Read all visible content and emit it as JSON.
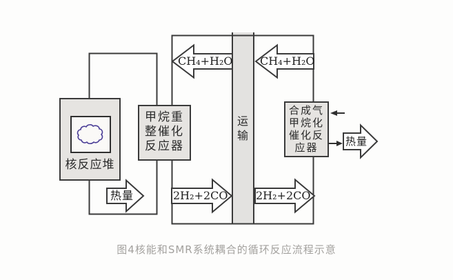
{
  "figure_caption": "图4核能和SMR系统耦合的循环反应流程示意",
  "diagram": {
    "nuclear_reactor": {
      "label": "核反应堆",
      "icon": "cloud-icon"
    },
    "reformer": {
      "label": "甲烷重整催化反应器",
      "lines": [
        "甲烷重",
        "整催化",
        "反应器"
      ]
    },
    "transport_channel": {
      "label": "运输"
    },
    "methanation_reactor": {
      "label": "合成气甲烷化催化反应器",
      "lines": [
        "合成气",
        "甲烷化",
        "催化反",
        "应器"
      ]
    },
    "flows": {
      "top_left": "CH₄+H₂O",
      "top_right": "CH₄+H₂O",
      "bottom_left": "2H₂+2CO",
      "bottom_right": "2H₂+2CO",
      "heat_from_reactor": "热量",
      "heat_output": "热量"
    },
    "colors": {
      "box_fill": "#e6e4e1",
      "band_fill": "#e3e2e0",
      "line": "#3a3a3a",
      "arrow_fill": "#fefefe",
      "cloud": "#4b3e97",
      "text": "#2b2b2b",
      "caption_text": "#a3a19e"
    }
  }
}
